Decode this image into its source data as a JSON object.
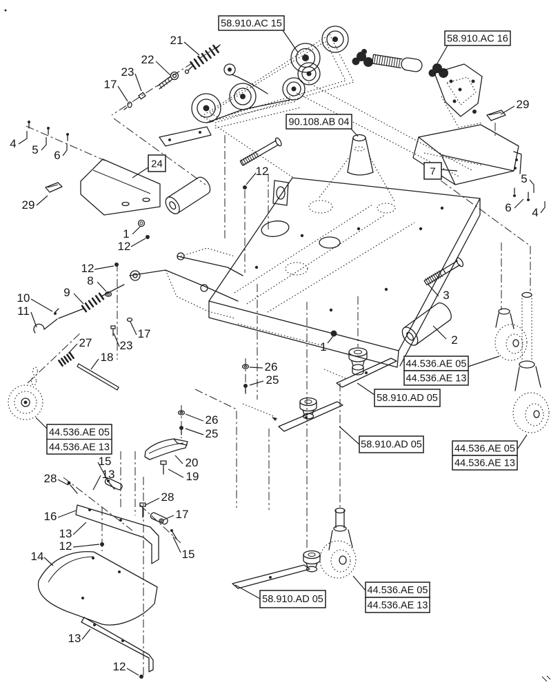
{
  "diagram": {
    "type": "exploded-parts-diagram",
    "subject": "mower deck assembly",
    "background_color": "#ffffff",
    "line_color": "#1c1c1c",
    "ref_boxes": [
      {
        "lines": [
          "58.910.AC 15"
        ]
      },
      {
        "lines": [
          "58.910.AC 16"
        ]
      },
      {
        "lines": [
          "90.108.AB 04"
        ]
      },
      {
        "lines": [
          "24"
        ]
      },
      {
        "lines": [
          "7"
        ]
      },
      {
        "lines": [
          "44.536.AE 05",
          "44.536.AE 13"
        ]
      },
      {
        "lines": [
          "44.536.AE 05",
          "44.536.AE 13"
        ]
      },
      {
        "lines": [
          "44.536.AE 05",
          "44.536.AE 13"
        ]
      },
      {
        "lines": [
          "44.536.AE 05",
          "44.536.AE 13"
        ]
      },
      {
        "lines": [
          "58.910.AD 05"
        ]
      },
      {
        "lines": [
          "58.910.AD 05"
        ]
      },
      {
        "lines": [
          "58.910.AD 05"
        ]
      }
    ],
    "callouts": [
      "21",
      "22",
      "23",
      "17",
      "4",
      "5",
      "6",
      "29",
      "29",
      "5",
      "6",
      "4",
      "12",
      "1",
      "12",
      "12",
      "8",
      "9",
      "10",
      "11",
      "17",
      "23",
      "27",
      "18",
      "26",
      "25",
      "26",
      "25",
      "20",
      "19",
      "3",
      "2",
      "1",
      "15",
      "13",
      "28",
      "16",
      "13",
      "12",
      "28",
      "17",
      "15",
      "14",
      "13",
      "12"
    ]
  }
}
